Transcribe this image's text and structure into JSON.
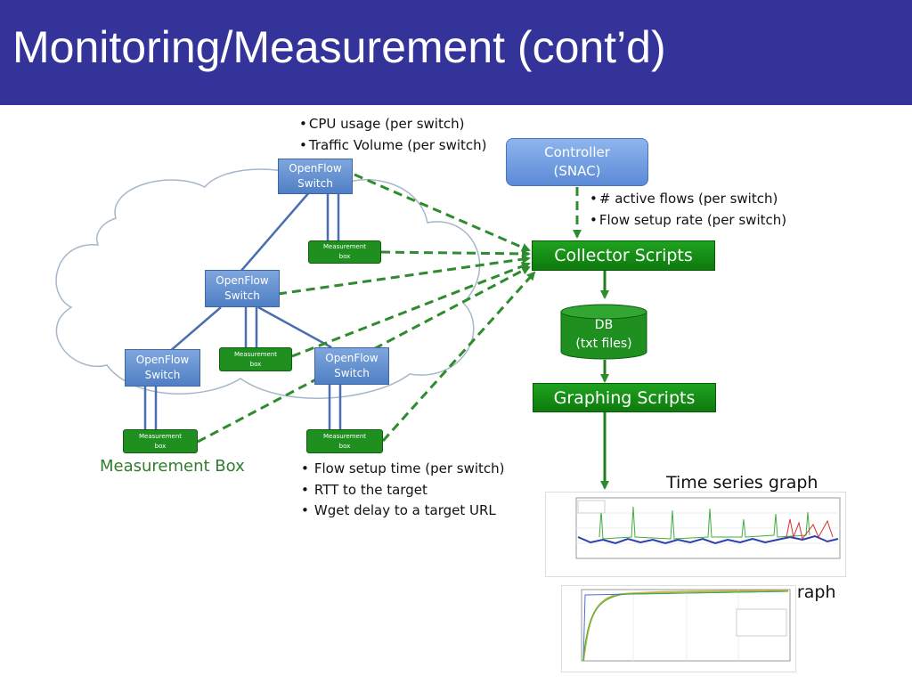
{
  "slide": {
    "title": "Monitoring/Measurement (cont’d)"
  },
  "labels": {
    "switch_stats": [
      "CPU  usage (per switch)",
      "Traffic Volume (per switch)"
    ],
    "controller_stats": [
      "# active flows (per switch)",
      "Flow setup rate (per switch)"
    ],
    "box_stats": [
      "Flow setup time (per switch)",
      "RTT to the target",
      "Wget delay to a target URL"
    ],
    "measurement_box_caption": "Measurement Box",
    "time_series_caption": "Time series graph",
    "cdf_caption": "CDF graph"
  },
  "nodes": {
    "switch_top": [
      "OpenFlow",
      "Switch"
    ],
    "switch_mid": [
      "OpenFlow",
      "Switch"
    ],
    "switch_left": [
      "OpenFlow",
      "Switch"
    ],
    "switch_right": [
      "OpenFlow",
      "Switch"
    ],
    "measurement_box": [
      "Measurement",
      "box"
    ],
    "controller": [
      "Controller",
      "(SNAC)"
    ],
    "collector": "Collector Scripts",
    "db": [
      "DB",
      "(txt files)"
    ],
    "graphing": "Graphing  Scripts"
  },
  "colors": {
    "title_bar": "#333399",
    "switch_blue": "#5b87c9",
    "measurement_green": "#1f8f1f",
    "dashed_arrow": "#2e8b2e",
    "link_line": "#4a6fae"
  }
}
